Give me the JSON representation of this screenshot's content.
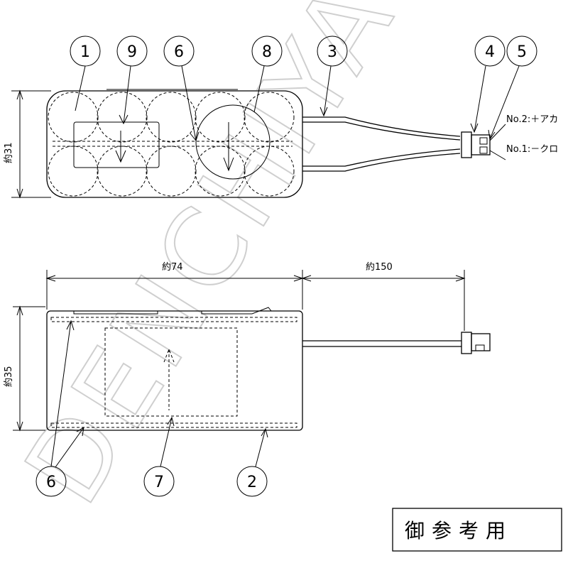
{
  "watermark": "DENCHIYA",
  "stamp": "御参考用",
  "callouts": {
    "c1": "1",
    "c9": "9",
    "c6_top": "6",
    "c8": "8",
    "c3": "3",
    "c4": "4",
    "c5": "5",
    "c6_bottom": "6",
    "c7": "7",
    "c2": "2"
  },
  "connector_labels": {
    "no2": "No.2:＋アカ",
    "no1": "No.1:－クロ"
  },
  "dimensions": {
    "top_height": "約31",
    "length": "約74",
    "lead_length": "約150",
    "side_height": "約35"
  }
}
